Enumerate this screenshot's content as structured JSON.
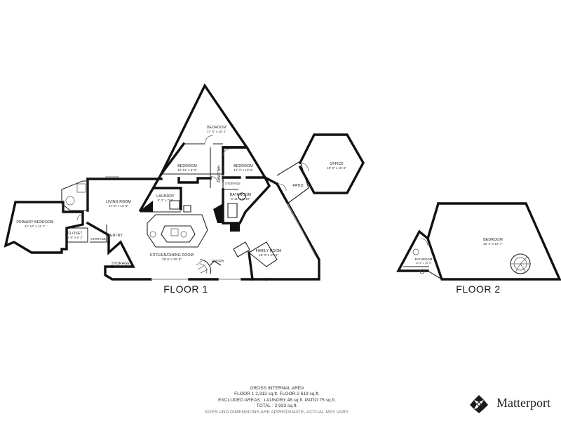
{
  "rooms": {
    "bedroom_top": {
      "name": "BEDROOM",
      "dims": "17' 5\" x 16' 2\""
    },
    "bedroom_left": {
      "name": "BEDROOM",
      "dims": "10' 11\" x 8' 5\""
    },
    "bedroom_right": {
      "name": "BEDROOM",
      "dims": "12' 4\" x 10' 5\""
    },
    "office": {
      "name": "OFFICE",
      "dims": "19' 9\" x 15' 6\""
    },
    "patio": {
      "name": "PATIO"
    },
    "hallway": {
      "name": "HALLWAY",
      "dims": "4' 0\" x 9' 10\""
    },
    "storage_hall": {
      "name": "STORAGE"
    },
    "bathroom_f1": {
      "name": "BATHROOM",
      "dims": "9' 11\" x 8' 10\""
    },
    "laundry": {
      "name": "LAUNDRY",
      "dims": "8' 3\" x 7' 3\""
    },
    "living_room": {
      "name": "LIVING ROOM",
      "dims": "17' 5\" x 16' 3\""
    },
    "primary_bedroom": {
      "name": "PRIMARY BEDROOM",
      "dims": "21' 10\" x 11' 2\""
    },
    "closet": {
      "name": "CLOSET",
      "dims": "6' 9\" x 5' 1\""
    },
    "storage_small": {
      "name": "STORAGE"
    },
    "entry_left": {
      "name": "ENTRY"
    },
    "storage_bottom": {
      "name": "STORAGE"
    },
    "kitchen_dining": {
      "name": "KITCHEN/DINING ROOM",
      "dims": "29' 6\" x 25' 8\""
    },
    "entry_bottom": {
      "name": "ENTRY"
    },
    "family_room": {
      "name": "FAMILY ROOM",
      "dims": "18' 3\" x 27' 3\""
    },
    "bedroom_f2": {
      "name": "BEDROOM",
      "dims": "30' 4\" x 19' 7\""
    },
    "bathroom_f2": {
      "name": "BATHROOM",
      "dims": "10' 8\" x 10' 9\""
    }
  },
  "floors": {
    "floor1": "FLOOR 1",
    "floor2": "FLOOR 2"
  },
  "area_summary": {
    "title": "GROSS INTERNAL AREA",
    "line1": "FLOOR 1 2,313 sq.ft.   FLOOR 2 619 sq.ft.",
    "line2": "EXCLUDED AREAS :  LAUNDRY 48 sq.ft.   PATIO 75 sq.ft.",
    "line3": "TOTAL :  2,933 sq.ft.",
    "note": "SIZES AND DIMENSIONS ARE APPROXIMATE, ACTUAL MAY VARY."
  },
  "brand": {
    "name": "Matterport",
    "logo_icon": "matterport-logo-icon"
  }
}
